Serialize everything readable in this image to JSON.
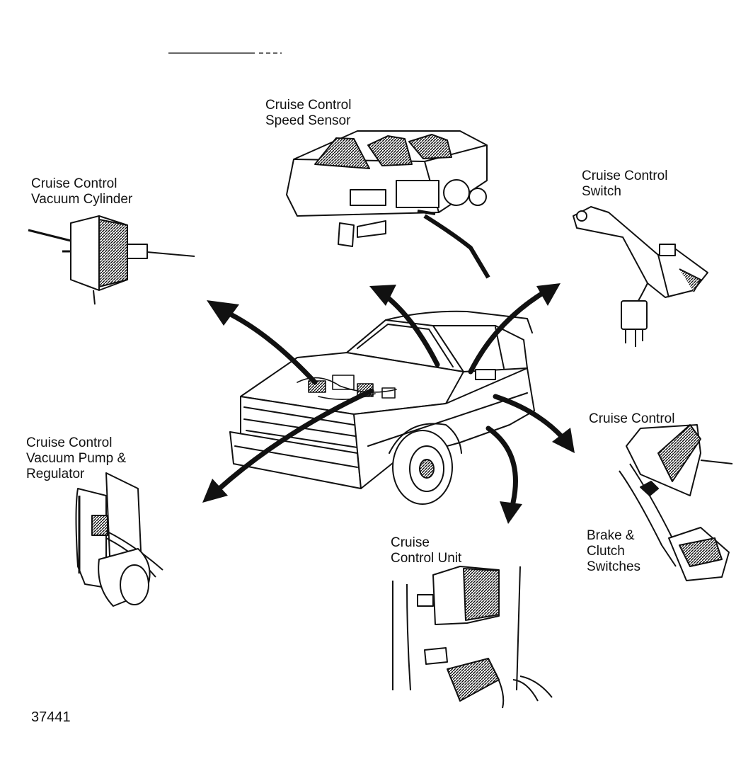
{
  "labels": {
    "speed_sensor": [
      "Cruise Control",
      "Speed Sensor"
    ],
    "vacuum_cylinder": [
      "Cruise Control",
      "Vacuum Cylinder"
    ],
    "switch": [
      "Cruise Control",
      "Switch"
    ],
    "vacuum_pump": [
      "Cruise Control",
      "Vacuum Pump &",
      "Regulator"
    ],
    "pedal": [
      "Cruise Control"
    ],
    "brake_clutch": [
      "Brake &",
      "Clutch",
      "Switches"
    ],
    "control_unit": [
      "Cruise",
      "Control Unit"
    ]
  },
  "figure_number": "37441"
}
